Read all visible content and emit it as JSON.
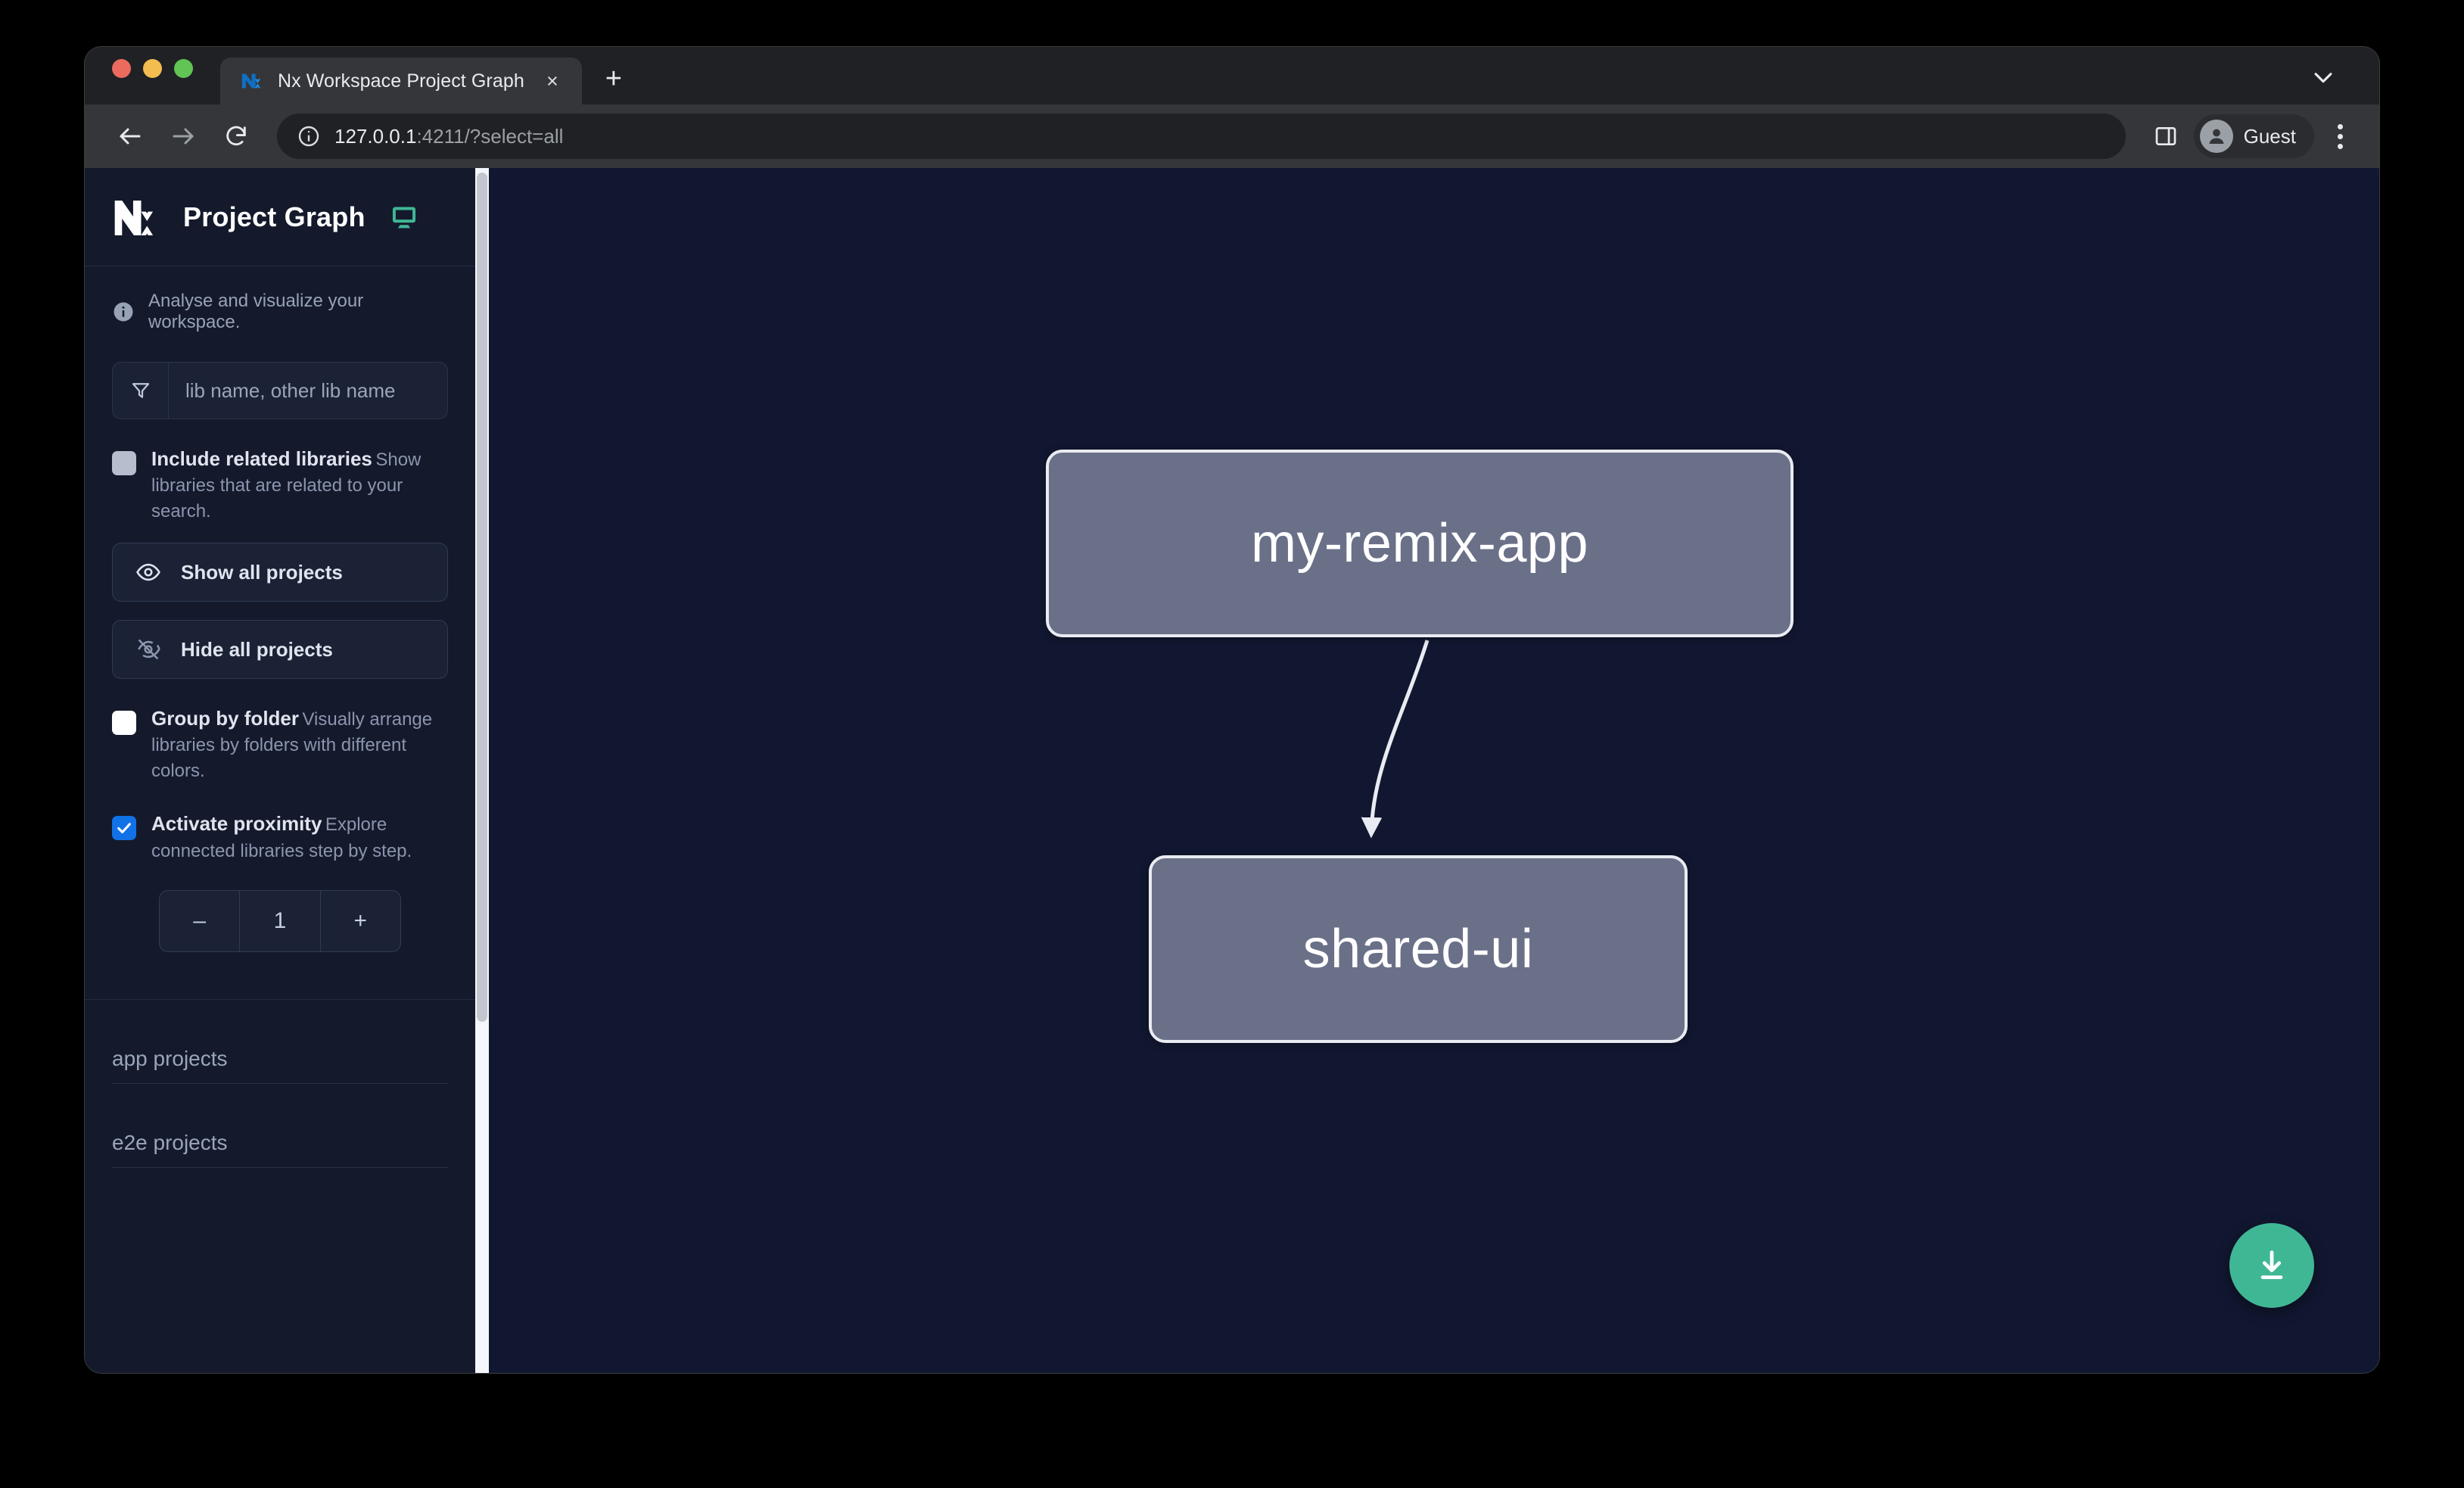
{
  "browser": {
    "tab": {
      "title": "Nx Workspace Project Graph",
      "favicon_name": "nx-favicon",
      "close_label": "×"
    },
    "new_tab_label": "+",
    "toolbar": {
      "back_label": "back-arrow",
      "forward_label": "forward-arrow",
      "reload_label": "reload",
      "url_host": "127.0.0.1",
      "url_rest": ":4211/?select=all",
      "profile_name": "Guest"
    }
  },
  "sidebar": {
    "title": "Project Graph",
    "note": "Analyse and visualize your workspace.",
    "filter": {
      "value": "",
      "placeholder": "lib name, other lib name"
    },
    "options": [
      {
        "label": "Include related libraries",
        "description": "Show libraries that are related to your search.",
        "state": "muted"
      },
      {
        "label": "Group by folder",
        "description": "Visually arrange libraries by folders with different colors.",
        "state": "unchecked"
      },
      {
        "label": "Activate proximity",
        "description": "Explore connected libraries step by step.",
        "state": "checked"
      }
    ],
    "buttons": [
      {
        "label": "Show all projects",
        "icon": "eye-icon"
      },
      {
        "label": "Hide all projects",
        "icon": "eye-off-icon"
      }
    ],
    "stepper": {
      "decrement_label": "–",
      "value": "1",
      "increment_label": "+"
    },
    "groups": [
      {
        "label": "app projects"
      },
      {
        "label": "e2e projects"
      }
    ]
  },
  "graph": {
    "nodes": [
      {
        "id": "my-remix-app",
        "label": "my-remix-app"
      },
      {
        "id": "shared-ui",
        "label": "shared-ui"
      }
    ],
    "edges": [
      {
        "from": "my-remix-app",
        "to": "shared-ui"
      }
    ],
    "download_button": "download-icon"
  },
  "colors": {
    "accent_green": "#3fb795",
    "checkbox_blue": "#1172e8",
    "node_fill": "#6b7089",
    "canvas_bg": "#111730",
    "sidebar_bg": "#141a2c"
  }
}
